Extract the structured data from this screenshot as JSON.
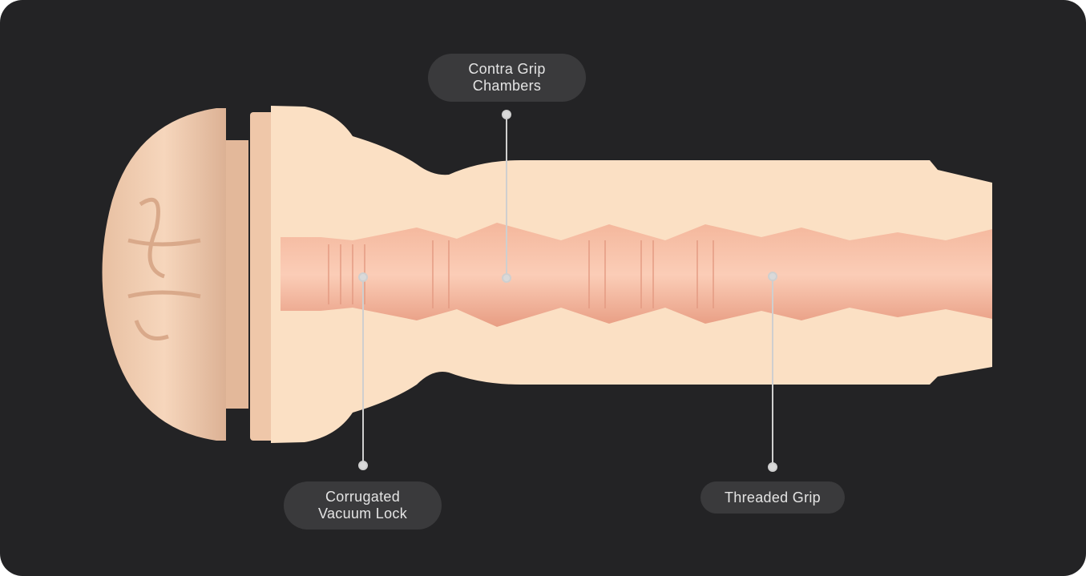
{
  "callouts": [
    {
      "id": "contra-grip-chambers",
      "lines": [
        "Contra Grip",
        "Chambers"
      ]
    },
    {
      "id": "corrugated-vacuum-lock",
      "lines": [
        "Corrugated",
        "Vacuum Lock"
      ]
    },
    {
      "id": "threaded-grip",
      "lines": [
        "Threaded Grip"
      ]
    }
  ],
  "colors": {
    "background": "#232325",
    "label_bg": "#3a3a3c",
    "label_text": "#e4e4e4",
    "sleeve": "#fbe0c4",
    "canal": "#f0a890",
    "cap": "#f0cdb0",
    "leader": "#cfcfcf"
  }
}
